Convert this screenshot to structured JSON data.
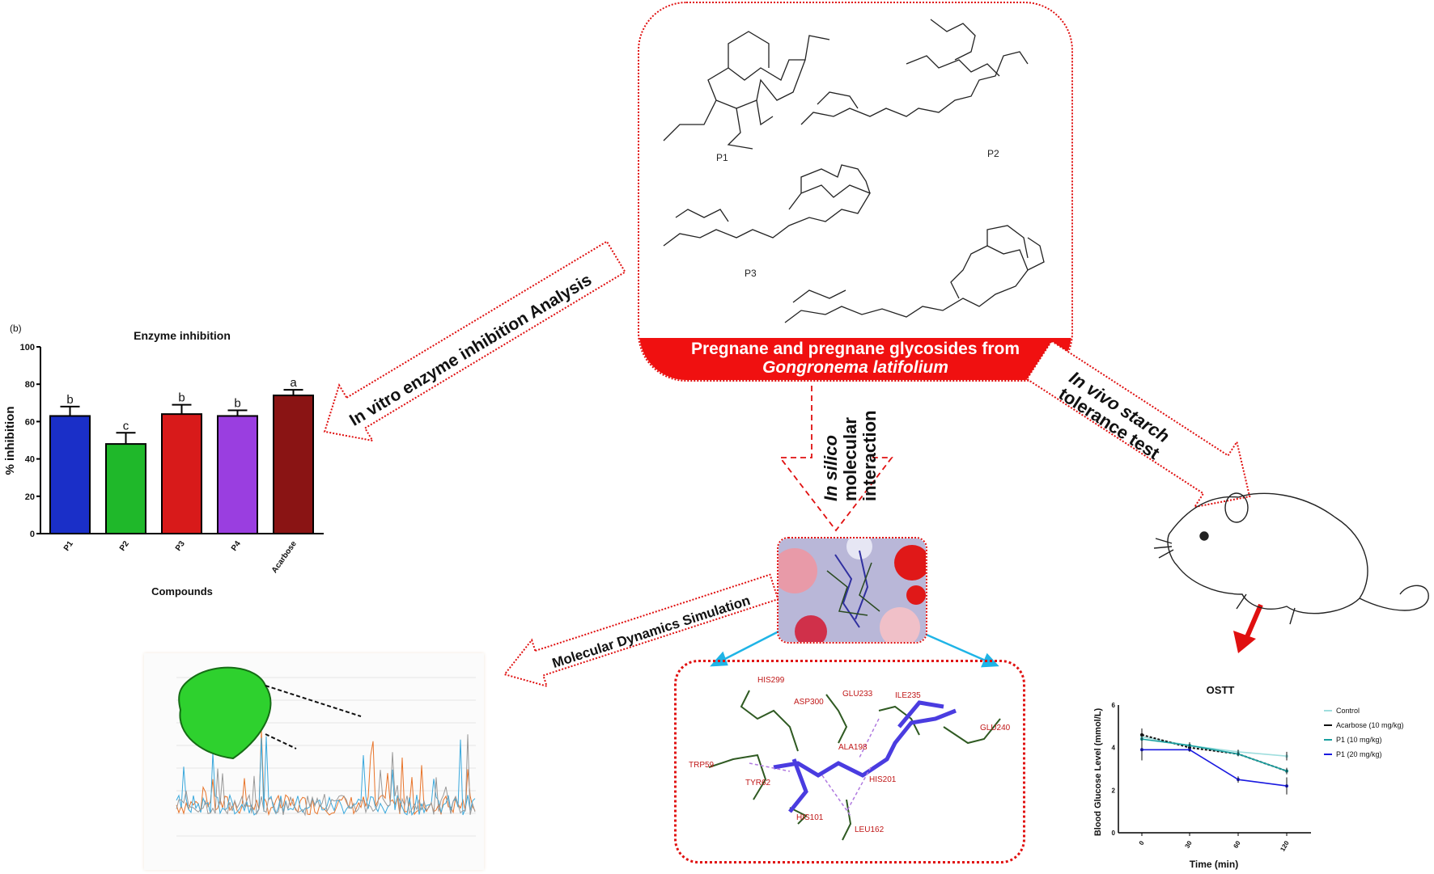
{
  "center": {
    "title_line1": "Pregnane and pregnane glycosides from",
    "title_line2": "Gongronema latifolium",
    "compounds": [
      "P1",
      "P2",
      "P3"
    ]
  },
  "arrows": {
    "in_vitro": "In vitro enzyme inhibition Analysis",
    "in_silico_1": "In silico",
    "in_silico_2": "molecular",
    "in_silico_3": "interaction",
    "in_vivo_1": "In vivo starch",
    "in_vivo_2": "tolerance test",
    "md": "Molecular Dynamics Simulation"
  },
  "docking": {
    "residues": [
      "HIS299",
      "ASP300",
      "GLU233",
      "ILE235",
      "GLU240",
      "TRP59",
      "TYR62",
      "ALA198",
      "HIS201",
      "HIS101",
      "LEU162"
    ]
  },
  "colors": {
    "accent_red": "#f01010",
    "cyan_arrow": "#1fb4e6",
    "ligand": "#4a3ce0",
    "residue": "#2f5a22"
  },
  "chart_data": [
    {
      "type": "bar",
      "panel_label": "(b)",
      "title": "Enzyme inhibition",
      "xlabel": "Compounds",
      "ylabel": "% inhibition",
      "ylim": [
        0,
        100
      ],
      "yticks": [
        0,
        20,
        40,
        60,
        80,
        100
      ],
      "categories": [
        "P1",
        "P2",
        "P3",
        "P4",
        "Acarbose"
      ],
      "values": [
        63,
        48,
        64,
        63,
        74
      ],
      "errors": [
        5,
        6,
        5,
        3,
        3
      ],
      "significance": [
        "b",
        "c",
        "b",
        "b",
        "a"
      ],
      "bar_colors": [
        "#1a2fc8",
        "#1fb82a",
        "#d81a1a",
        "#9a3ee0",
        "#8a1414"
      ]
    },
    {
      "type": "line",
      "title": "OSTT",
      "xlabel": "Time (min)",
      "ylabel": "Blood Glucose Level (mmol/L)",
      "x": [
        "0",
        "30",
        "60",
        "120"
      ],
      "ylim": [
        0,
        6
      ],
      "yticks": [
        0,
        2,
        4,
        6
      ],
      "legend_position": "right",
      "series": [
        {
          "name": "Control",
          "values": [
            4.5,
            4.1,
            3.8,
            3.6
          ],
          "errors": [
            0.3,
            0.15,
            0.1,
            0.2
          ],
          "color": "#9fdede"
        },
        {
          "name": "Acarbose (10 mg/kg)",
          "values": [
            4.6,
            4.0,
            3.7,
            2.9
          ],
          "errors": [
            0.3,
            0.15,
            0.1,
            0.15
          ],
          "color": "#111111"
        },
        {
          "name": "P1 (10 mg/kg)",
          "values": [
            4.4,
            4.1,
            3.7,
            2.9
          ],
          "errors": [
            0.3,
            0.15,
            0.1,
            0.1
          ],
          "color": "#1aa0a0"
        },
        {
          "name": "P1 (20 mg/kg)",
          "values": [
            3.9,
            3.9,
            2.5,
            2.2
          ],
          "errors": [
            0.5,
            0.1,
            0.15,
            0.4
          ],
          "color": "#1a1ae0"
        }
      ]
    }
  ]
}
